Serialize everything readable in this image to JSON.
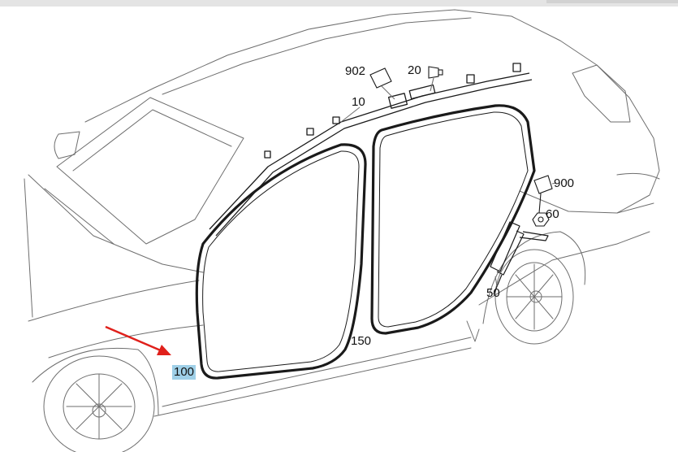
{
  "callouts": {
    "c902": "902",
    "c20": "20",
    "c10": "10",
    "c900": "900",
    "c60": "60",
    "c50": "50",
    "c150": "150",
    "c100": "100"
  },
  "colors": {
    "highlight": "#9fd0e8",
    "arrow": "#e0201b",
    "line": "#1a1a1a",
    "thin_line": "#6e6e6e"
  }
}
